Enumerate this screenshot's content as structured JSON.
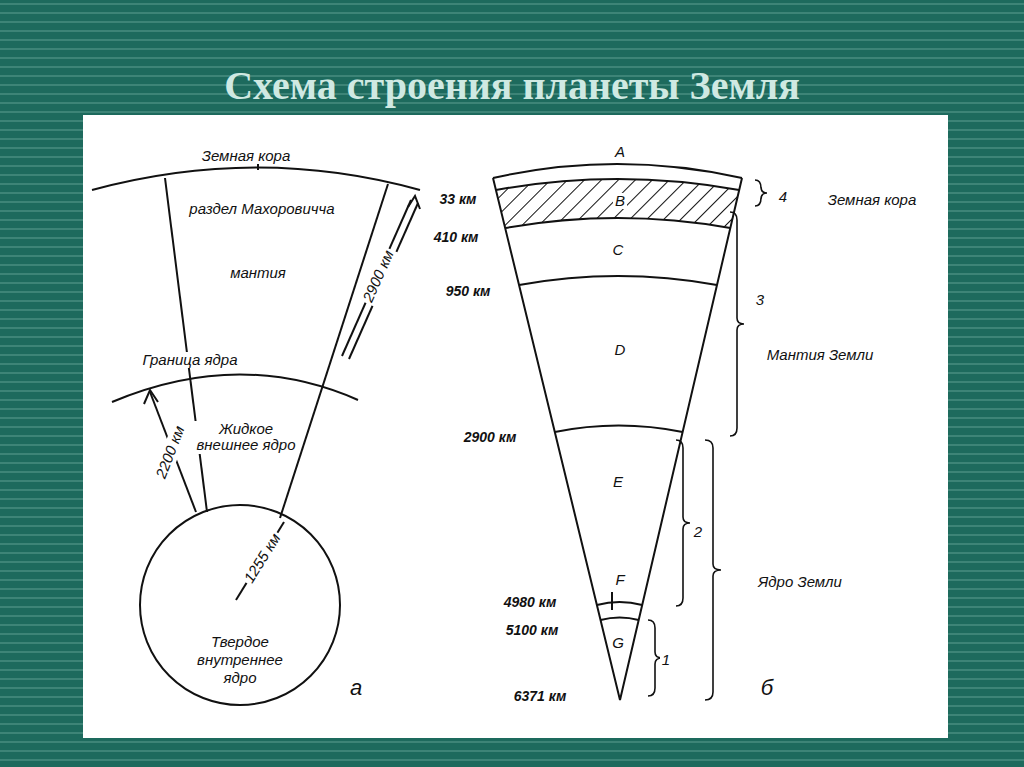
{
  "diagram": {
    "title": "Схема строения планеты Земля",
    "nodes": [
      {
        "text": [
          "Твердое внутреннее ядро"
        ]
      }
    ],
    "labels": [
      "Земная кора",
      "раздел Махоровичча",
      "мантия",
      "2900 км",
      "Граница ядра",
      "Жидкое внешнее ядро",
      "2200 км",
      "1255 км",
      "а",
      "A",
      "B",
      "C",
      "D",
      "E",
      "F",
      "G",
      "33 км",
      "410 км",
      "950 км",
      "2900 км",
      "4980 км",
      "5100 км",
      "6371 км",
      "4",
      "Земная кора",
      "3",
      "Мантия Земли",
      "2",
      "Ядро Земли",
      "1",
      "б"
    ]
  }
}
